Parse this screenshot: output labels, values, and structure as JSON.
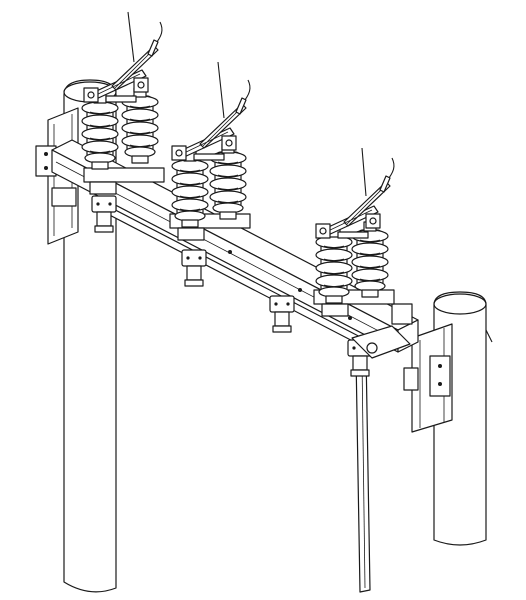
{
  "drawing": {
    "line_color": "#1a1a1a",
    "background": "#ffffff",
    "components": [
      "left-pole",
      "right-pole",
      "center-support-post",
      "crossarm",
      "switch-phase-a",
      "switch-phase-b",
      "switch-phase-c"
    ]
  }
}
